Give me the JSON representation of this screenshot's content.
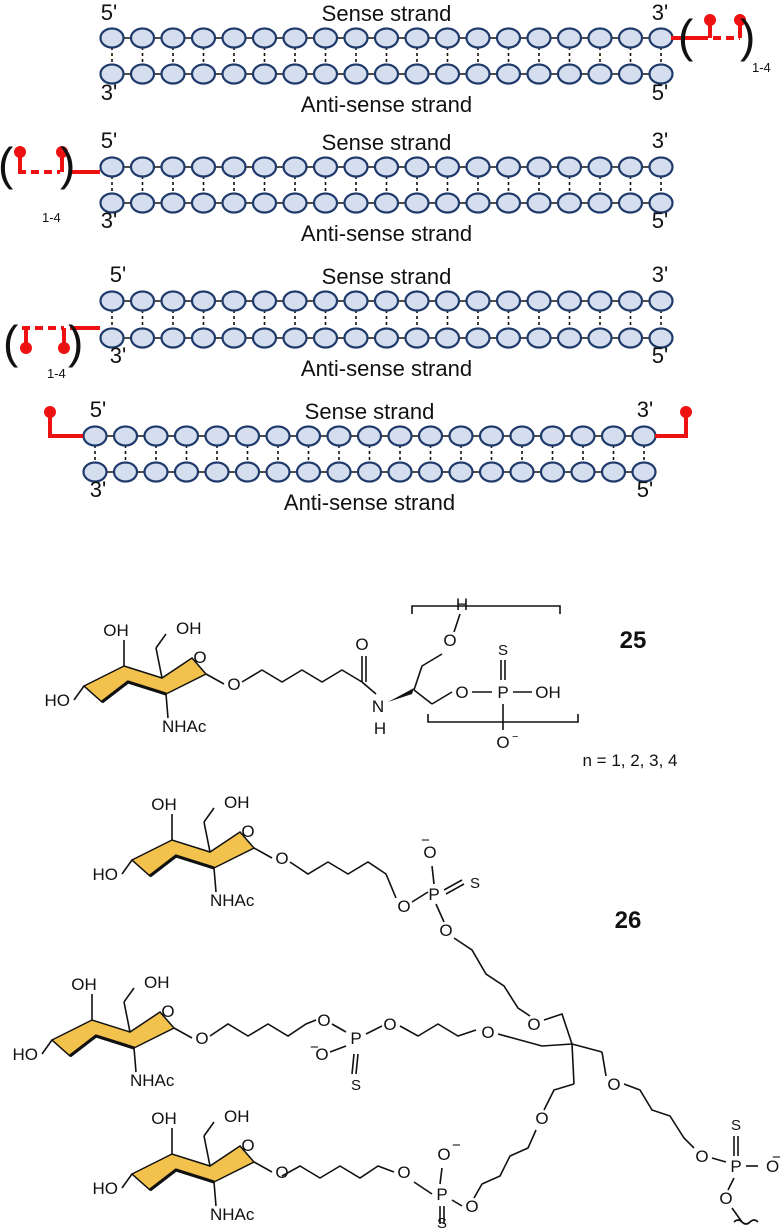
{
  "duplexes": [
    {
      "sense_label": "Sense strand",
      "antisense_label": "Anti-sense strand",
      "sense_5p": "5'",
      "sense_3p": "3'",
      "anti_3p": "3'",
      "anti_5p": "5'",
      "repeat_label": "1-4",
      "conjugate": "sense 3' end"
    },
    {
      "sense_label": "Sense strand",
      "antisense_label": "Anti-sense strand",
      "sense_5p": "5'",
      "sense_3p": "3'",
      "anti_3p": "3'",
      "anti_5p": "5'",
      "repeat_label": "1-4",
      "conjugate": "sense 5' end"
    },
    {
      "sense_label": "Sense strand",
      "antisense_label": "Anti-sense strand",
      "sense_5p": "5'",
      "sense_3p": "3'",
      "anti_3p": "3'",
      "anti_5p": "5'",
      "repeat_label": "1-4",
      "conjugate": "anti-sense 3' end"
    },
    {
      "sense_label": "Sense strand",
      "antisense_label": "Anti-sense strand",
      "sense_5p": "5'",
      "sense_3p": "3'",
      "anti_3p": "3'",
      "anti_5p": "5'",
      "repeat_label": "",
      "conjugate": "both sense ends"
    }
  ],
  "colors": {
    "nucleotide_fill": "#d4deee",
    "nucleotide_stroke": "#1f3a6b",
    "conjugate": "#ee1111",
    "sugar_ring": "#f3c24c"
  },
  "compound25": {
    "id": "25",
    "labels": {
      "oh_top1": "OH",
      "oh_top2": "OH",
      "ho_left": "HO",
      "nhac": "NHAc",
      "ring_o": "O",
      "link_o": "O",
      "amide_o": "O",
      "n": "N",
      "nh_h": "H",
      "h_top": "H",
      "o_ch2": "O",
      "o_p": "O",
      "p": "P",
      "s": "S",
      "oh_p": "OH",
      "o_minus": "O",
      "minus": "−"
    },
    "repeat_note": "n = 1, 2, 3, 4"
  },
  "compound26": {
    "id": "26",
    "labels": {
      "oh": "OH",
      "ho": "HO",
      "nhac": "NHAc",
      "o": "O",
      "p": "P",
      "s": "S",
      "minus": "−"
    }
  }
}
